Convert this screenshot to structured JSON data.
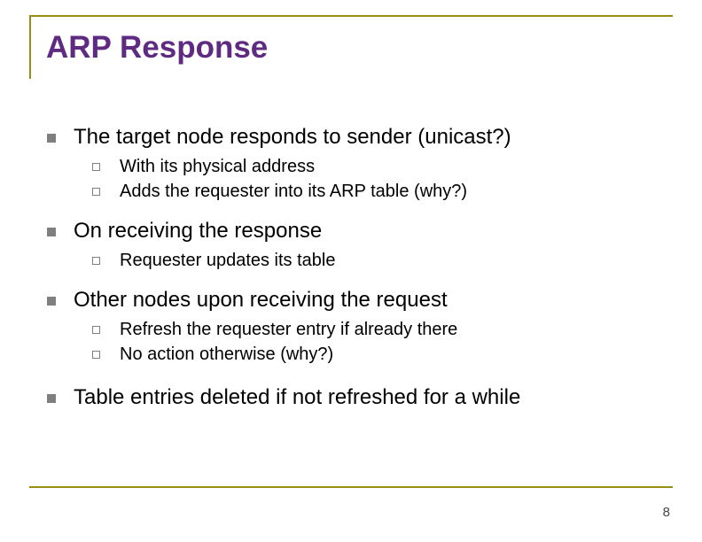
{
  "slide": {
    "title": "ARP Response",
    "page_number": "8",
    "accent_rule_color": "#9a8e10",
    "title_color": "#5f2a82",
    "bullet_color": "#7f7f7f",
    "blocks": [
      {
        "level1": "The target node responds to sender (unicast?)",
        "level2": [
          "With its physical address",
          "Adds the requester into its ARP table (why?)"
        ]
      },
      {
        "level1": "On receiving the response",
        "level2": [
          "Requester updates its table"
        ]
      },
      {
        "level1": "Other nodes upon receiving the request",
        "level2": [
          "Refresh the requester entry if already there",
          "No action otherwise (why?)"
        ]
      },
      {
        "level1": "Table entries deleted if not refreshed for a while",
        "level2": []
      }
    ]
  }
}
